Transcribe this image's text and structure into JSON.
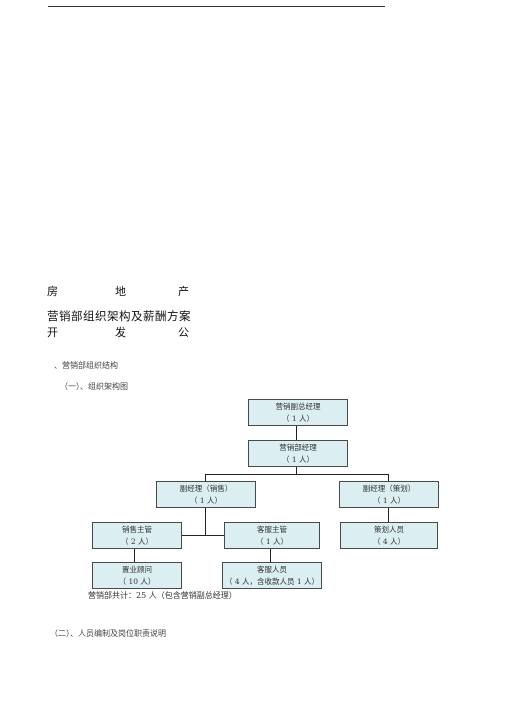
{
  "header": {
    "title_chars_line1": [
      "房",
      "地",
      "产"
    ],
    "title_line2": "营销部组织架构及薪酬方案",
    "title_chars_line3": [
      "开",
      "发",
      "公"
    ]
  },
  "sections": {
    "s1": "、营销部组织结构",
    "s1_sub": "（一）、组织架构图",
    "s2_sub": "（二）、人员编制及岗位职责说明"
  },
  "org_chart": {
    "nodes": [
      {
        "id": "vp",
        "title": "营销副总经理",
        "count": "（ 1 人）"
      },
      {
        "id": "mgr",
        "title": "营销部经理",
        "count": "（ 1 人）"
      },
      {
        "id": "dep_sales",
        "title": "副经理（销售）",
        "count": "（ 1 人）"
      },
      {
        "id": "dep_plan",
        "title": "副经理（策划）",
        "count": "（ 1 人）"
      },
      {
        "id": "sales_lead",
        "title": "销售主管",
        "count": "（ 2 人）"
      },
      {
        "id": "cs_lead",
        "title": "客服主管",
        "count": "（ 1 人）"
      },
      {
        "id": "planner",
        "title": "策划人员",
        "count": "（ 4 人）"
      },
      {
        "id": "consultant",
        "title": "置业顾问",
        "count": "（ 10 人）"
      },
      {
        "id": "cs_staff",
        "title": "客服人员",
        "count": "（ 4 人，含收款人员 1 人）"
      }
    ],
    "total_note": "营销部共计：25 人（包含营销副总经理）"
  }
}
